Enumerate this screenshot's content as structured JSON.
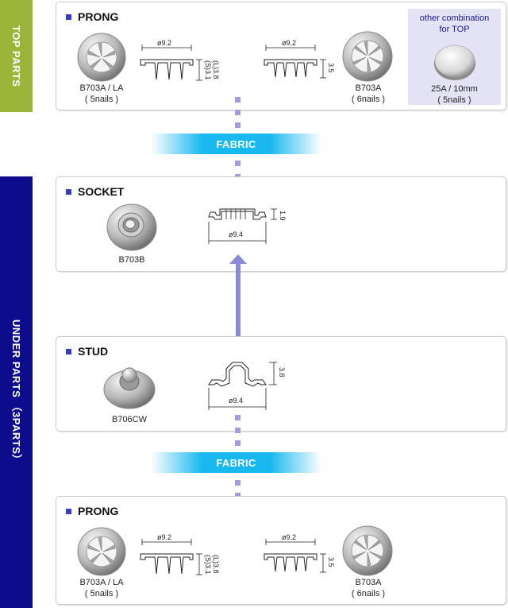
{
  "sidebar": {
    "top_label": "TOP PARTS",
    "under_label": "UNDER PARTS （3PARTS）"
  },
  "fabric_label": "FABRIC",
  "top_prong": {
    "title": "PRONG",
    "left": {
      "code": "B703A / LA",
      "nails": "( 5nails )",
      "diameter": "ø9.2",
      "height_s": "(S)3.1",
      "height_l": "(L)3.8"
    },
    "right": {
      "code": "B703A",
      "nails": "( 6nails )",
      "diameter": "ø9.2",
      "height": "3.5"
    },
    "other": {
      "title_line1": "other combination",
      "title_line2": "for TOP",
      "code": "25A / 10mm",
      "nails": "( 5nails )"
    }
  },
  "socket": {
    "title": "SOCKET",
    "code": "B703B",
    "diameter": "ø9.4",
    "height": "1.9"
  },
  "stud": {
    "title": "STUD",
    "code": "B706CW",
    "diameter": "ø9.4",
    "height": "3.8"
  },
  "bottom_prong": {
    "title": "PRONG",
    "left": {
      "code": "B703A / LA",
      "nails": "( 5nails )",
      "diameter": "ø9.2",
      "height_s": "(S)3.1",
      "height_l": "(L)3.8"
    },
    "right": {
      "code": "B703A",
      "nails": "( 6nails )",
      "diameter": "ø9.2",
      "height": "3.5"
    }
  }
}
